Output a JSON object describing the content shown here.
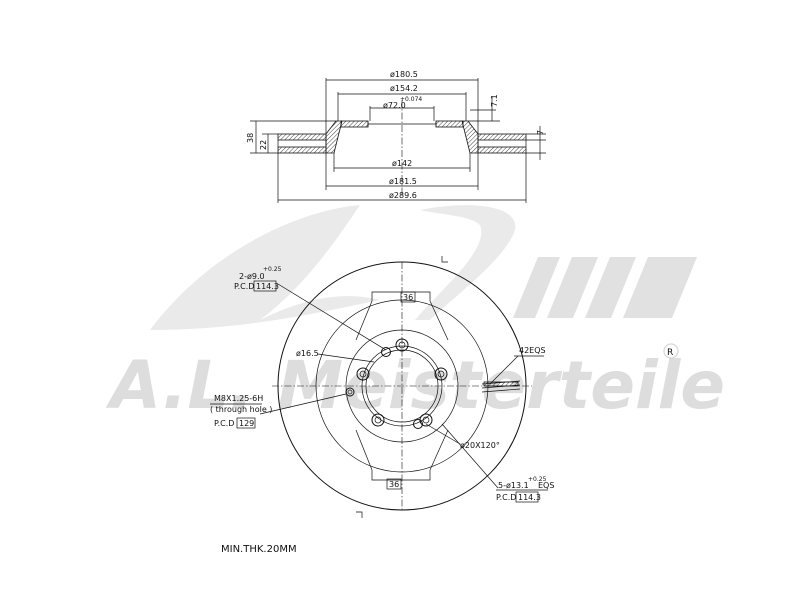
{
  "watermark": {
    "brand": "A.L. Meisterteile",
    "registered": "R"
  },
  "section_view": {
    "dim_outer_top": "ø180.5",
    "dim_hat_top": "ø154.2",
    "dim_center_bore": "ø72.0",
    "dim_center_bore_tol": "+0.074",
    "dim_hat_depth": "7.1",
    "dim_total_height": "38",
    "dim_disc_thickness": "22",
    "dim_cheek": "7",
    "dim_inner_ring": "ø142",
    "dim_outer_bottom": "ø181.5",
    "dim_disc_diameter": "ø289.6"
  },
  "face_view": {
    "pin_holes": "2-ø9.0",
    "pin_holes_tol": "+0.25",
    "pcd_label": "P.C.D",
    "pcd_pin_value": "114.3",
    "spot_face": "ø16.5",
    "thread_label": "M8X1.25-6H",
    "thread_note": "( through hole )",
    "pcd_thread_value": "129",
    "vanes": "42EQS",
    "angle_36_top": "36",
    "angle_36_bottom": "36",
    "counterbore": "ø20X120°",
    "bolt_holes": "5-ø13.1",
    "bolt_holes_tol": "+0.25",
    "bolt_holes_suffix": "EQS",
    "pcd_bolt_value": "114.3"
  },
  "note_min_thickness": "MIN.THK.20MM"
}
